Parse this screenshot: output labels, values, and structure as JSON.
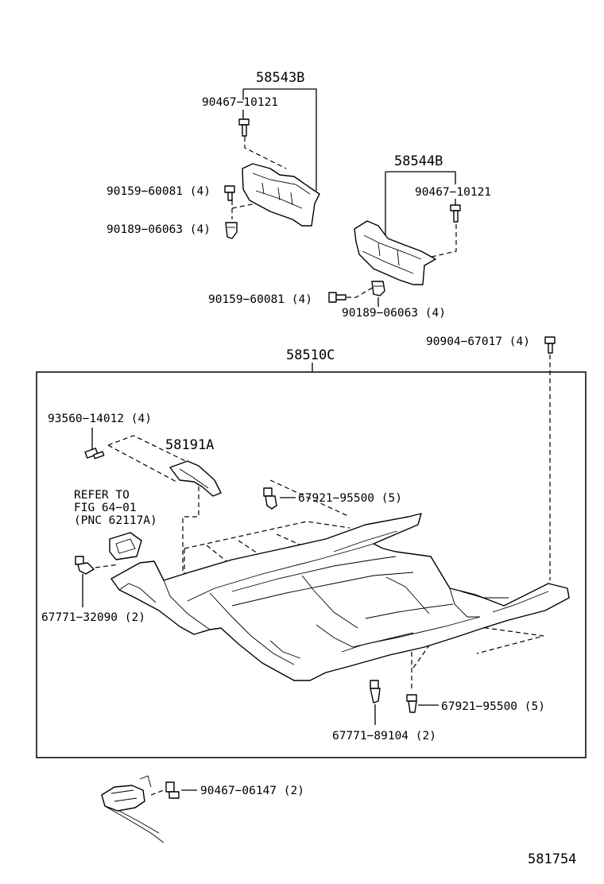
{
  "labels": {
    "p58543B": "58543B",
    "p90467_top": "90467−10121",
    "p90159_a": "90159−60081 (4)",
    "p90189_a": "90189−06063 (4)",
    "p58544B": "58544B",
    "p90467_right": "90467−10121",
    "p90159_b": "90159−60081 (4)",
    "p90189_b": "90189−06063 (4)",
    "p90904": "90904−67017 (4)",
    "p58510C": "58510C",
    "p93560": "93560−14012 (4)",
    "p58191A": "58191A",
    "refer_line1": "REFER TO",
    "refer_line2": "FIG 64−01",
    "refer_line3": "(PNC 62117A)",
    "p67921_top": "67921−95500 (5)",
    "p67771_left": "67771−32090 (2)",
    "p67921_bottom": "67921−95500 (5)",
    "p67771_bottom": "67771−89104 (2)",
    "p90467_06147": "90467−06147 (2)",
    "figure_code": "581754"
  }
}
